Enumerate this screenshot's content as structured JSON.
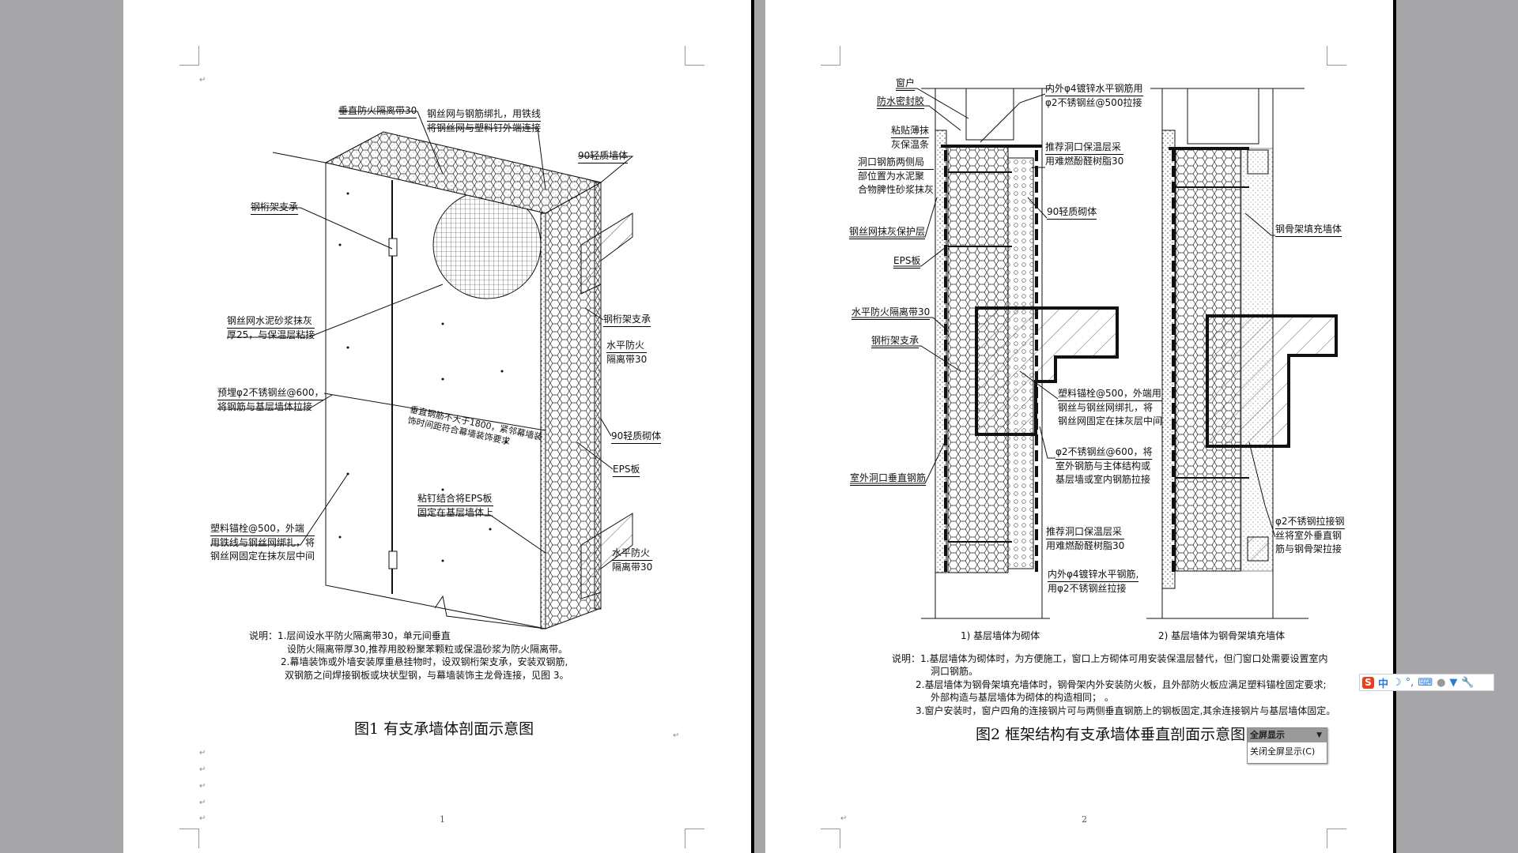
{
  "page1": {
    "page_number": "1",
    "figure_title": "图1  有支承墙体剖面示意图",
    "labels": [
      {
        "id": "vfire",
        "lines": [
          "垂直防火隔离带30"
        ]
      },
      {
        "id": "meshtie",
        "lines": [
          "钢丝网与钢筋绑扎，用铁线",
          "将钢丝网与塑料钉外端连接"
        ]
      },
      {
        "id": "wall90",
        "lines": [
          "90轻质墙体"
        ]
      },
      {
        "id": "truss1",
        "lines": [
          "钢桁架支承"
        ]
      },
      {
        "id": "plaster",
        "lines": [
          "钢丝网水泥砂浆抹灰",
          "厚25，与保温层粘接"
        ]
      },
      {
        "id": "truss2",
        "lines": [
          "钢桁架支承"
        ]
      },
      {
        "id": "hfire1",
        "lines": [
          "水平防火",
          "隔离带30"
        ]
      },
      {
        "id": "embed",
        "lines": [
          "预埋φ2不锈钢丝@600，",
          "将钢筋与基层墙体拉接"
        ]
      },
      {
        "id": "masonry90",
        "lines": [
          "90轻质砌体"
        ]
      },
      {
        "id": "eps",
        "lines": [
          "EPS板"
        ]
      },
      {
        "id": "glue",
        "lines": [
          "粘钉结合将EPS板",
          "固定在基层墙体上"
        ]
      },
      {
        "id": "anchor",
        "lines": [
          "塑料锚栓@500，外端",
          "用铁线与钢丝网绑扎，将",
          "钢丝网固定在抹灰层中间"
        ]
      },
      {
        "id": "hfire2",
        "lines": [
          "水平防火",
          "隔离带30"
        ]
      }
    ],
    "rotated_note": [
      "垂直钢筋不大于1800，紧邻幕墙装",
      "饰时间距符合幕墙装饰要求"
    ],
    "notes": [
      "说明：1.层间设水平防火隔离带30，单元间垂直",
      "设防火隔离带厚30,推荐用胶粉聚苯颗粒或保温砂浆为防火隔离带。",
      "2.幕墙装饰或外墙安装厚重悬挂物时，设双钢桁架支承，安装双钢筋,",
      "双钢筋之间焊接钢板或块状型钢，与幕墙装饰主龙骨连接，见图 3。"
    ]
  },
  "page2": {
    "page_number": "2",
    "figure_title": "图2  框架结构有支承墙体垂直剖面示意图",
    "labels": [
      {
        "id": "window",
        "lines": [
          "窗户"
        ]
      },
      {
        "id": "seal",
        "lines": [
          "防水密封胶"
        ]
      },
      {
        "id": "strip",
        "lines": [
          "粘贴薄抹",
          "灰保温条"
        ]
      },
      {
        "id": "opening",
        "lines": [
          "洞口钢筋两侧局",
          "部位置为水泥聚",
          "合物脾性砂浆抹灰"
        ]
      },
      {
        "id": "meshprot",
        "lines": [
          "钢丝网抹灰保护层"
        ]
      },
      {
        "id": "eps",
        "lines": [
          "EPS板"
        ]
      },
      {
        "id": "hbar",
        "lines": [
          "内外φ4镀锌水平钢筋用",
          "φ2不锈钢丝@500拉接"
        ]
      },
      {
        "id": "phenol1",
        "lines": [
          "推荐洞口保温层采",
          "用难燃酚醛树脂30"
        ]
      },
      {
        "id": "masonry90",
        "lines": [
          "90轻质砌体"
        ]
      },
      {
        "id": "steelfill",
        "lines": [
          "钢骨架填充墙体"
        ]
      },
      {
        "id": "hfire",
        "lines": [
          "水平防火隔离带30"
        ]
      },
      {
        "id": "truss",
        "lines": [
          "钢桁架支承"
        ]
      },
      {
        "id": "anchor",
        "lines": [
          "塑料锚栓@500，外端用",
          "钢丝与钢丝网绑扎，将",
          "钢丝网固定在抹灰层中间"
        ]
      },
      {
        "id": "wire600",
        "lines": [
          "φ2不锈钢丝@600，将",
          "室外钢筋与主体结构或",
          "基层墙或室内钢筋拉接"
        ]
      },
      {
        "id": "vbar",
        "lines": [
          "室外洞口垂直钢筋"
        ]
      },
      {
        "id": "phenol2",
        "lines": [
          "推荐洞口保温层采",
          "用难燃酚醛树脂30"
        ]
      },
      {
        "id": "hbar2",
        "lines": [
          "内外φ4镀锌水平钢筋,",
          "用φ2不锈钢丝拉接"
        ]
      },
      {
        "id": "steeltie",
        "lines": [
          "φ2不锈钢拉接钢",
          "丝将室外垂直钢",
          "筋与钢骨架拉接"
        ]
      }
    ],
    "captions": [
      "1)  基层墙体为砌体",
      "2) 基层墙体为钢骨架填充墙体"
    ],
    "notes": [
      "说明：1.基层墙体为砌体时，为方便施工，窗口上方砌体可用安装保温层替代，但门窗口处需要设置室内",
      "洞口钢筋。",
      "2.基层墙体为钢骨架填充墙体时，钢骨架内外安装防火板，且外部防火板应满足塑料锚栓固定要求;",
      "外部构造与基层墙体为砌体的构造相同；  。",
      "3.窗户安装时，窗户四角的连接钢片可与两侧垂直钢筋上的钢板固定,其余连接钢片与基层墙体固定。"
    ]
  },
  "popup": {
    "header": "全屏显示",
    "item": "关闭全屏显示(C)"
  },
  "ime": {
    "logo": "S",
    "mode": "中",
    "icons": [
      "moon-icon",
      "punctuation-icon",
      "keyboard-icon",
      "user-icon",
      "skin-icon",
      "wrench-icon"
    ]
  },
  "colors": {
    "background": "#a6a6a9",
    "page": "#ffffff",
    "ime_logo": "#e8401c",
    "ime_icons": "#2a7bd3"
  }
}
